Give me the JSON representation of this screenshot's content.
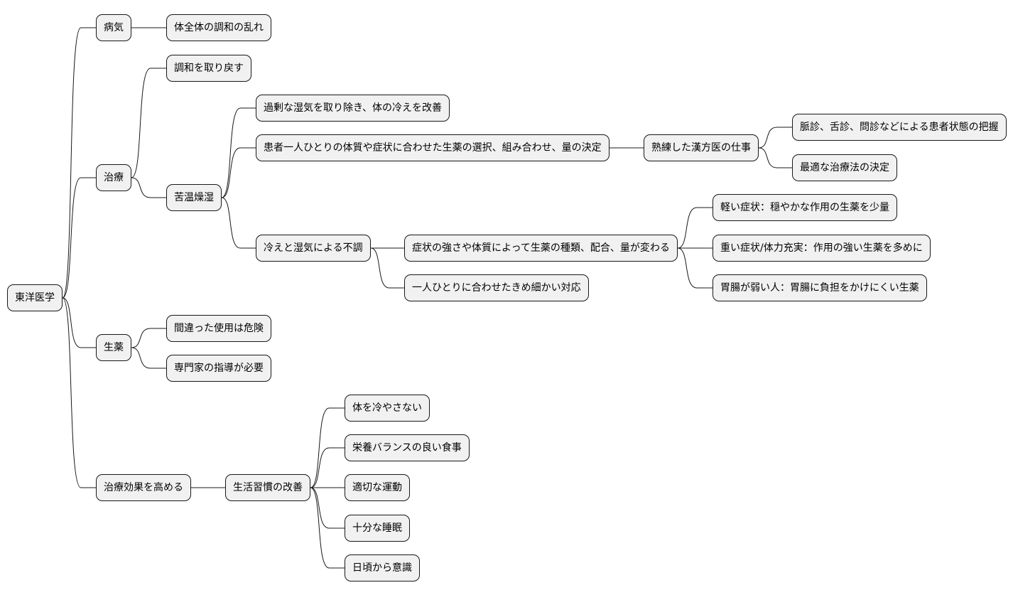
{
  "mindmap": {
    "root": {
      "label": "東洋医学",
      "children": [
        {
          "label": "病気",
          "children": [
            {
              "label": "体全体の調和の乱れ"
            }
          ]
        },
        {
          "label": "治療",
          "children": [
            {
              "label": "調和を取り戻す"
            },
            {
              "label": "苦温燥湿",
              "children": [
                {
                  "label": "過剰な湿気を取り除き、体の冷えを改善"
                },
                {
                  "label": "患者一人ひとりの体質や症状に合わせた生薬の選択、組み合わせ、量の決定",
                  "children": [
                    {
                      "label": "熟練した漢方医の仕事",
                      "children": [
                        {
                          "label": "脈診、舌診、問診などによる患者状態の把握"
                        },
                        {
                          "label": "最適な治療法の決定"
                        }
                      ]
                    }
                  ]
                },
                {
                  "label": "冷えと湿気による不調",
                  "children": [
                    {
                      "label": "症状の強さや体質によって生薬の種類、配合、量が変わる",
                      "children": [
                        {
                          "label": "軽い症状：穏やかな作用の生薬を少量"
                        },
                        {
                          "label": "重い症状/体力充実：作用の強い生薬を多めに"
                        },
                        {
                          "label": "胃腸が弱い人：胃腸に負担をかけにくい生薬"
                        }
                      ]
                    },
                    {
                      "label": "一人ひとりに合わせたきめ細かい対応"
                    }
                  ]
                }
              ]
            }
          ]
        },
        {
          "label": "生薬",
          "children": [
            {
              "label": "間違った使用は危険"
            },
            {
              "label": "専門家の指導が必要"
            }
          ]
        },
        {
          "label": "治療効果を高める",
          "children": [
            {
              "label": "生活習慣の改善",
              "children": [
                {
                  "label": "体を冷やさない"
                },
                {
                  "label": "栄養バランスの良い食事"
                },
                {
                  "label": "適切な運動"
                },
                {
                  "label": "十分な睡眠"
                },
                {
                  "label": "日頃から意識"
                }
              ]
            }
          ]
        }
      ]
    }
  }
}
